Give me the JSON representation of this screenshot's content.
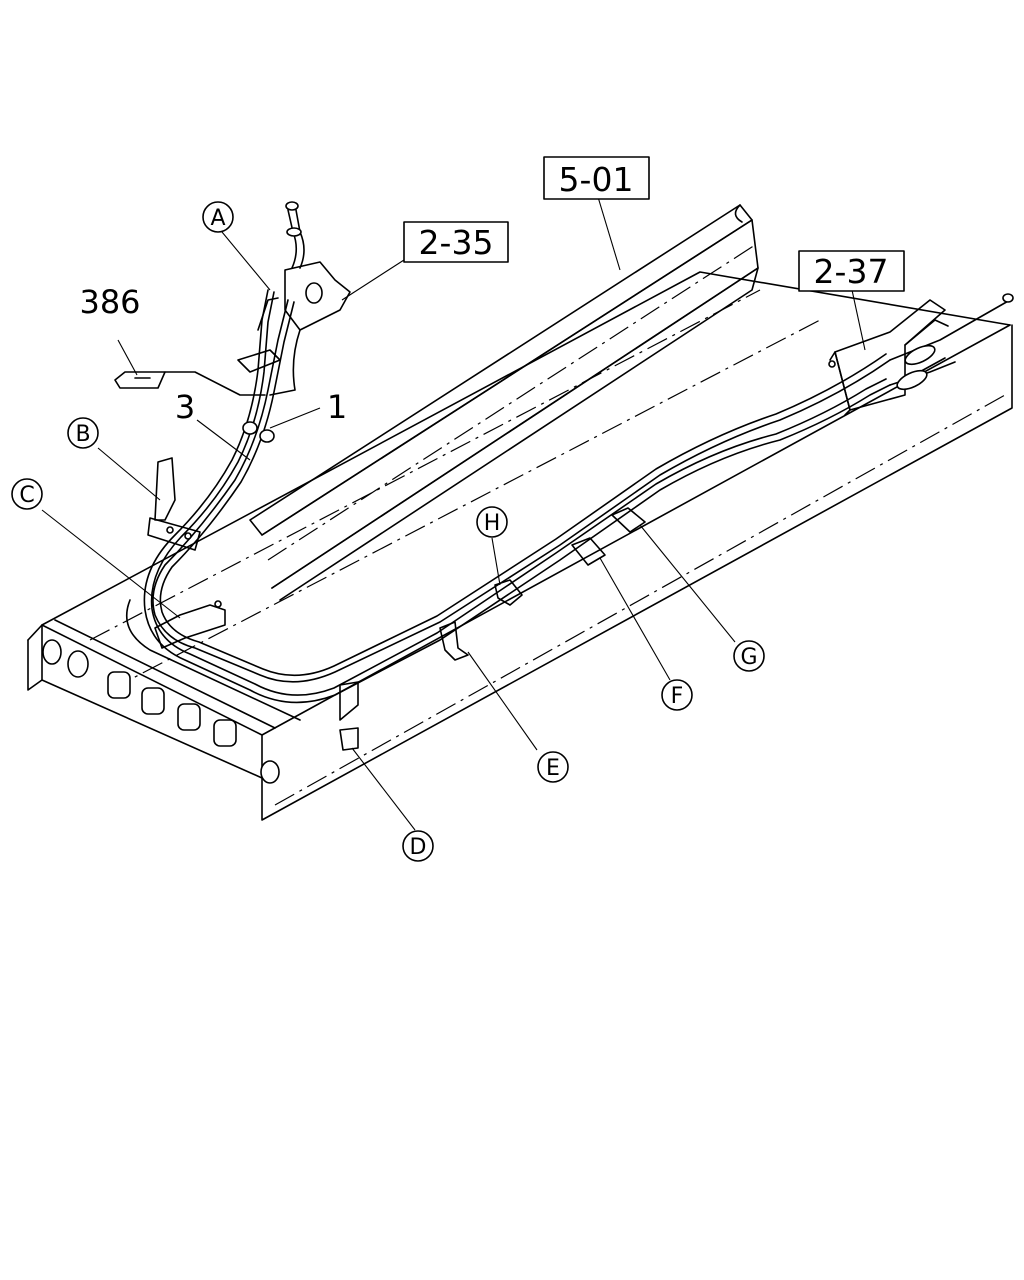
{
  "diagram": {
    "reference_boxes": [
      {
        "id": "ref-5-01",
        "text": "5-01"
      },
      {
        "id": "ref-2-35",
        "text": "2-35"
      },
      {
        "id": "ref-2-37",
        "text": "2-37"
      }
    ],
    "part_numbers": [
      {
        "id": "part-386",
        "text": "386"
      },
      {
        "id": "part-3",
        "text": "3"
      },
      {
        "id": "part-1",
        "text": "1"
      }
    ],
    "callouts": [
      {
        "id": "callout-a",
        "text": "A"
      },
      {
        "id": "callout-b",
        "text": "B"
      },
      {
        "id": "callout-c",
        "text": "C"
      },
      {
        "id": "callout-d",
        "text": "D"
      },
      {
        "id": "callout-e",
        "text": "E"
      },
      {
        "id": "callout-f",
        "text": "F"
      },
      {
        "id": "callout-g",
        "text": "G"
      },
      {
        "id": "callout-h",
        "text": "H"
      }
    ]
  }
}
